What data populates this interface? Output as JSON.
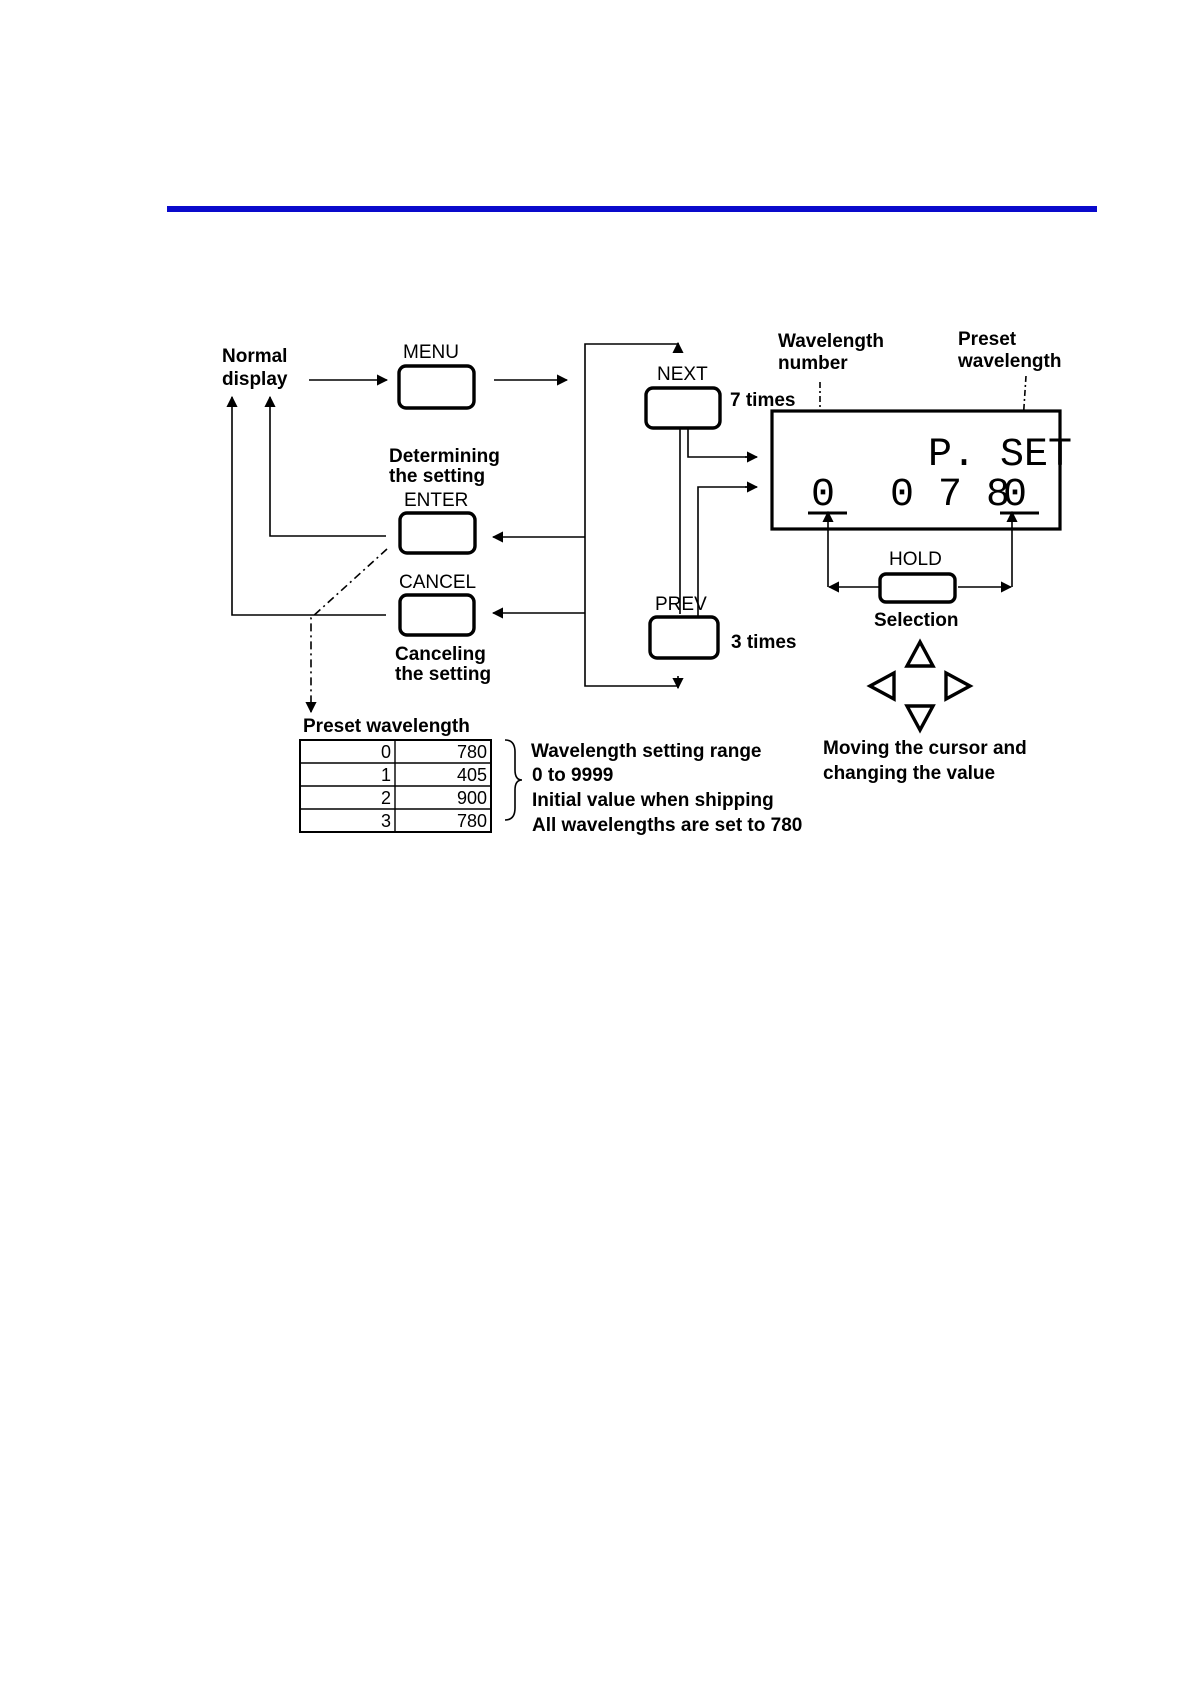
{
  "diagram": {
    "labels": {
      "normal_display": [
        "Normal",
        "display"
      ],
      "determining": [
        "Determining",
        "the setting"
      ],
      "canceling": [
        "Canceling",
        "the setting"
      ],
      "wavelength_number": [
        "Wavelength",
        "number"
      ],
      "preset_wavelength_callout": [
        "Preset",
        "wavelength"
      ],
      "next_times": "7 times",
      "prev_times": "3 times",
      "selection": "Selection",
      "moving_cursor": [
        "Moving the cursor and",
        "changing the value"
      ]
    },
    "buttons": {
      "menu": "MENU",
      "enter": "ENTER",
      "cancel": "CANCEL",
      "next": "NEXT",
      "prev": "PREV",
      "hold": "HOLD"
    },
    "lcd": {
      "mode": "P. SET",
      "wavelength_number": "0",
      "digits": "0 7 8",
      "last_digit": "0"
    },
    "preset_table": {
      "title": "Preset wavelength",
      "rows": [
        {
          "index": "0",
          "value": "780"
        },
        {
          "index": "1",
          "value": "405"
        },
        {
          "index": "2",
          "value": "900"
        },
        {
          "index": "3",
          "value": "780"
        }
      ]
    },
    "notes": [
      "Wavelength setting range",
      "0 to 9999",
      "Initial value when shipping",
      "All wavelengths are set to 780"
    ]
  }
}
